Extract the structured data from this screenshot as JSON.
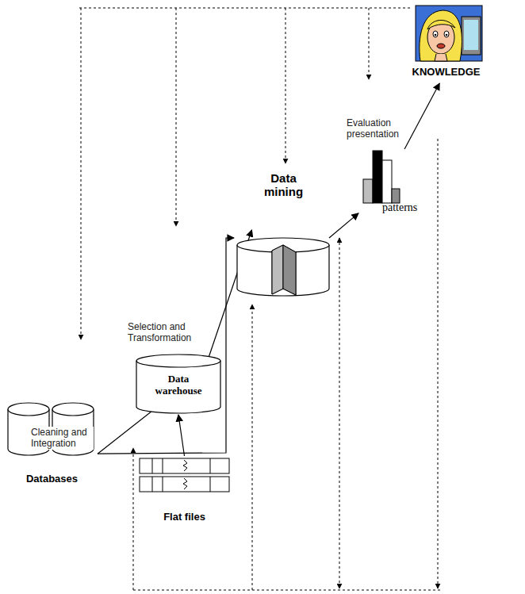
{
  "diagram": {
    "nodes": [
      {
        "text": [
          "Databases"
        ]
      },
      {
        "text": [
          "Flat files"
        ]
      },
      {
        "text": [
          "Data warehouse"
        ]
      },
      {
        "text": [
          "Data mining"
        ]
      },
      {
        "text": [
          "patterns"
        ]
      },
      {
        "text": [
          "KNOWLEDGE"
        ]
      }
    ],
    "edges": [
      {
        "from": 0,
        "to": 2,
        "arrow": "to",
        "label": "Cleaning and Integration"
      },
      {
        "from": 0,
        "to": 3,
        "arrow": "to"
      },
      {
        "from": 1,
        "to": 2,
        "arrow": "to"
      },
      {
        "from": 2,
        "to": 3,
        "arrow": "to",
        "label": "Selection and Transformation"
      },
      {
        "from": 3,
        "to": 4,
        "arrow": "to"
      },
      {
        "from": 4,
        "to": 5,
        "arrow": "to",
        "label": "Evaluation presentation"
      }
    ]
  }
}
